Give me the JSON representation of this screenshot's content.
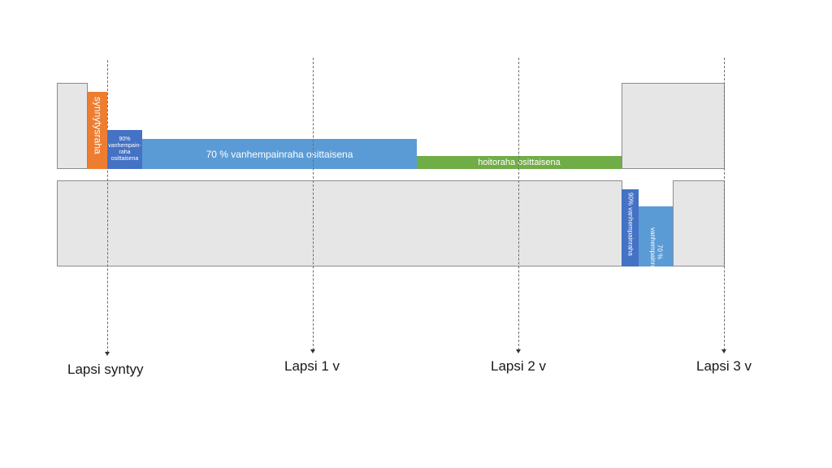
{
  "blocks": {
    "syntymaraha": "synnytysraha",
    "vanhempainraha90_line1": "90%",
    "vanhempainraha90_line2": "vanhempain-",
    "vanhempainraha90_line3": "raha",
    "vanhempainraha90_line4": "osittaisena",
    "vanhempainraha70": "70 % vanhempainraha osittaisena",
    "hoitoraha": "hoitoraha osittaisena",
    "vanhempainraha90_full": "90% vanhempainraha",
    "vanhempainraha70_full_line1": "70 %",
    "vanhempainraha70_full_line2": "vanhempainraha"
  },
  "milestones": {
    "birth": "Lapsi syntyy",
    "year1": "Lapsi 1 v",
    "year2": "Lapsi 2 v",
    "year3": "Lapsi 3 v"
  },
  "colors": {
    "orange": "#ed7d31",
    "dark_blue": "#4472c4",
    "light_blue": "#5b9bd5",
    "green": "#70ad47",
    "gray": "#e7e6e6"
  }
}
